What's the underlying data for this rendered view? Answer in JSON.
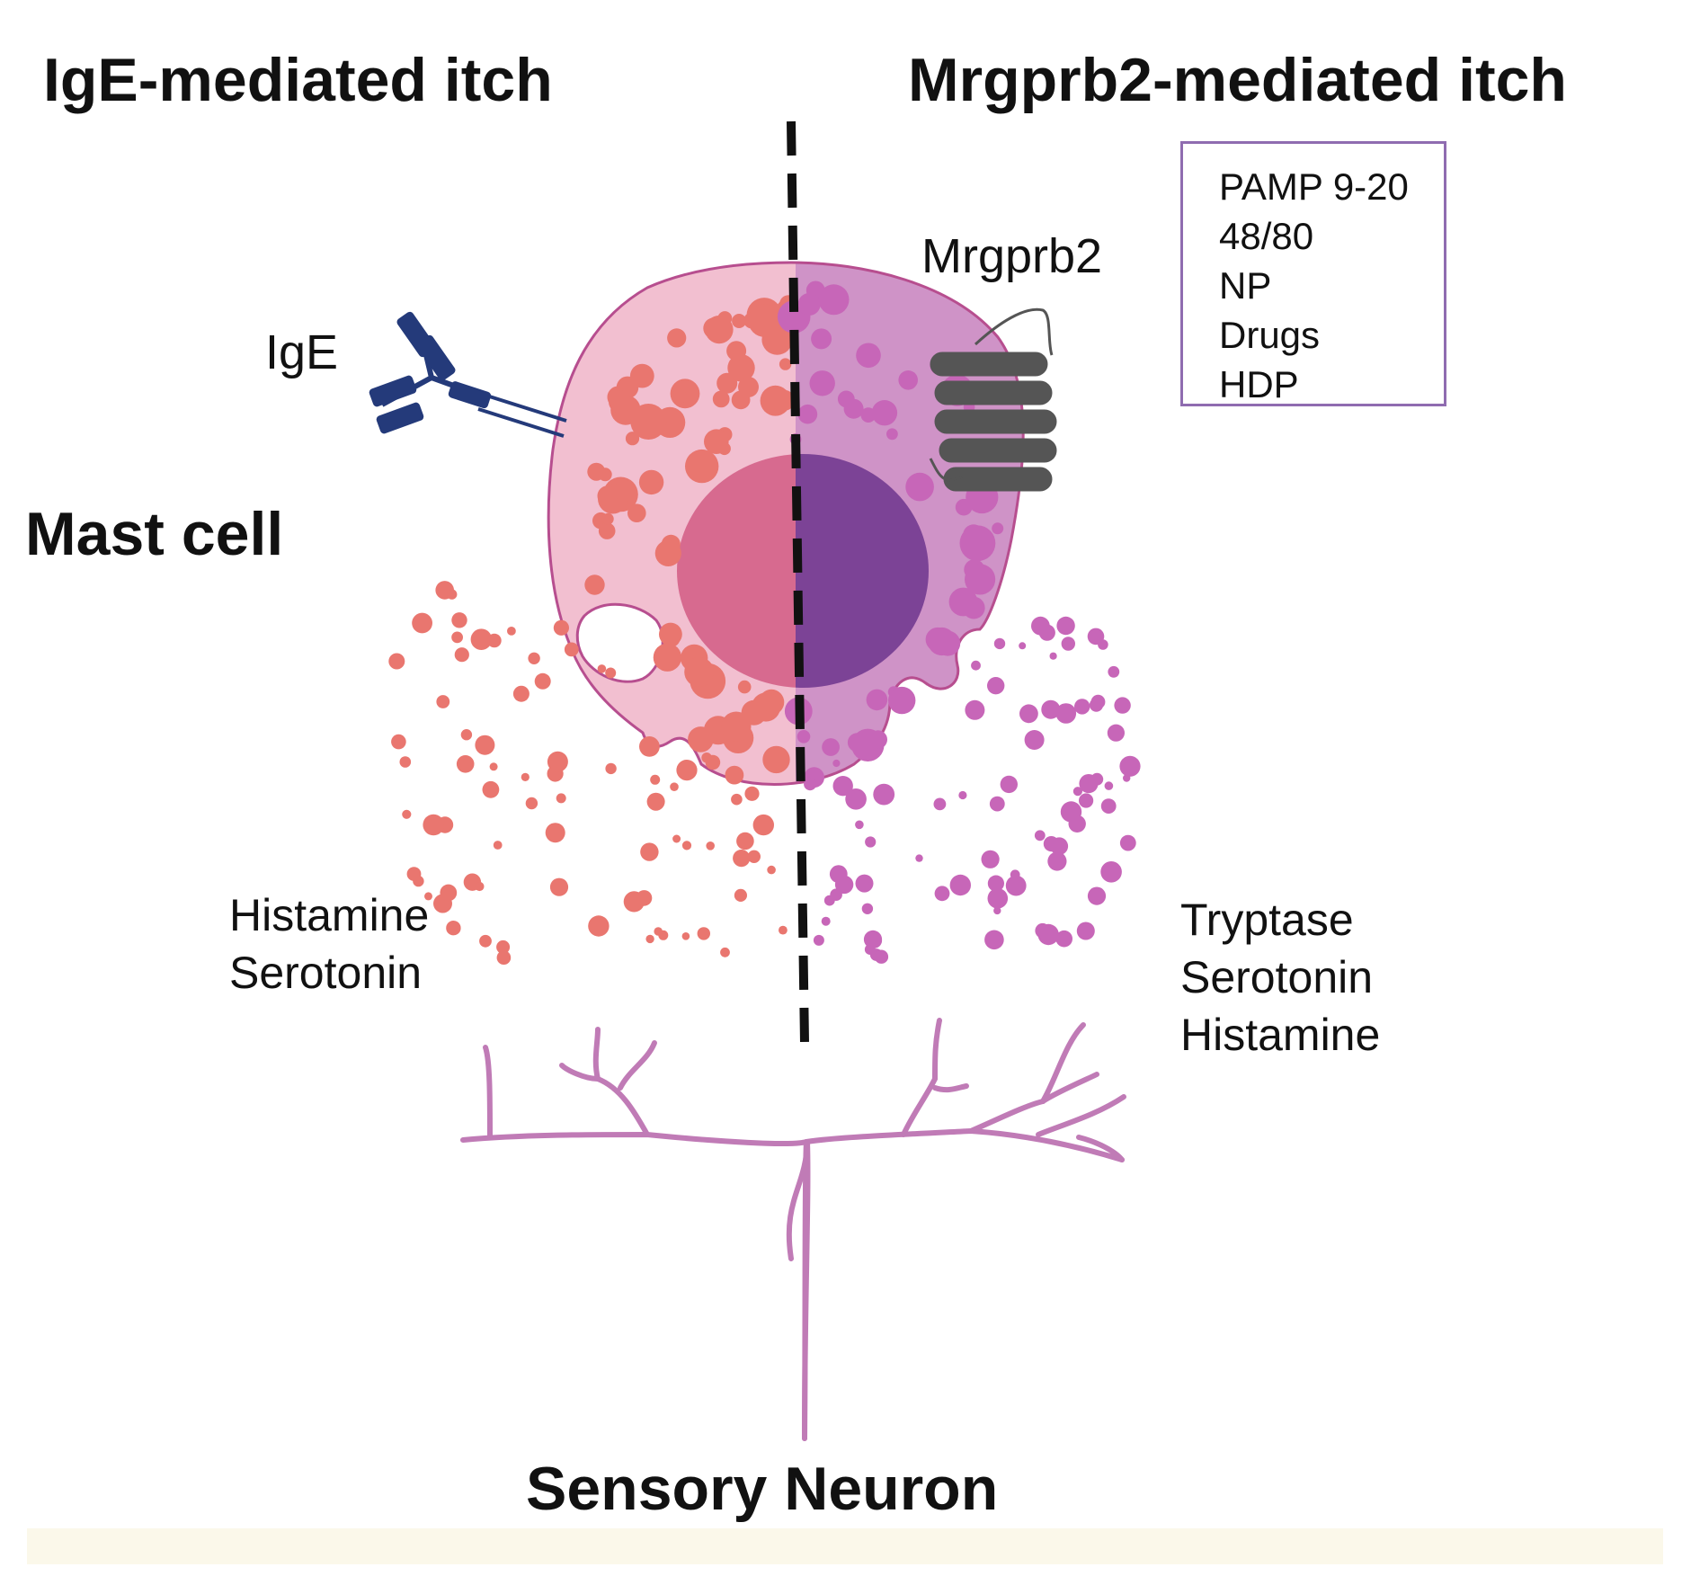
{
  "titles": {
    "left": "IgE-mediated itch",
    "right": "Mrgprb2-mediated itch"
  },
  "labels": {
    "mast_cell": "Mast cell",
    "ige": "IgE",
    "mrgprb2": "Mrgprb2",
    "sensory_neuron": "Sensory Neuron"
  },
  "ligand_box": {
    "items": [
      "PAMP 9-20",
      "48/80",
      "NP",
      "Drugs",
      "HDP"
    ]
  },
  "released_left": [
    "Histamine",
    "Serotonin"
  ],
  "released_right": [
    "Tryptase",
    "Serotonin",
    "Histamine"
  ],
  "colors": {
    "left_cytoplasm": "#f2bfd0",
    "left_granule": "#e9766f",
    "left_nucleus": "#d76a8f",
    "right_cytoplasm": "#cf93c7",
    "right_granule": "#c766b8",
    "right_nucleus": "#7c4396",
    "cell_outline": "#b74e8f",
    "antibody": "#243a7a",
    "receptor": "#555555",
    "neuron": "#c07bb6",
    "divider": "#111111",
    "box_border": "#8f6cb0"
  }
}
